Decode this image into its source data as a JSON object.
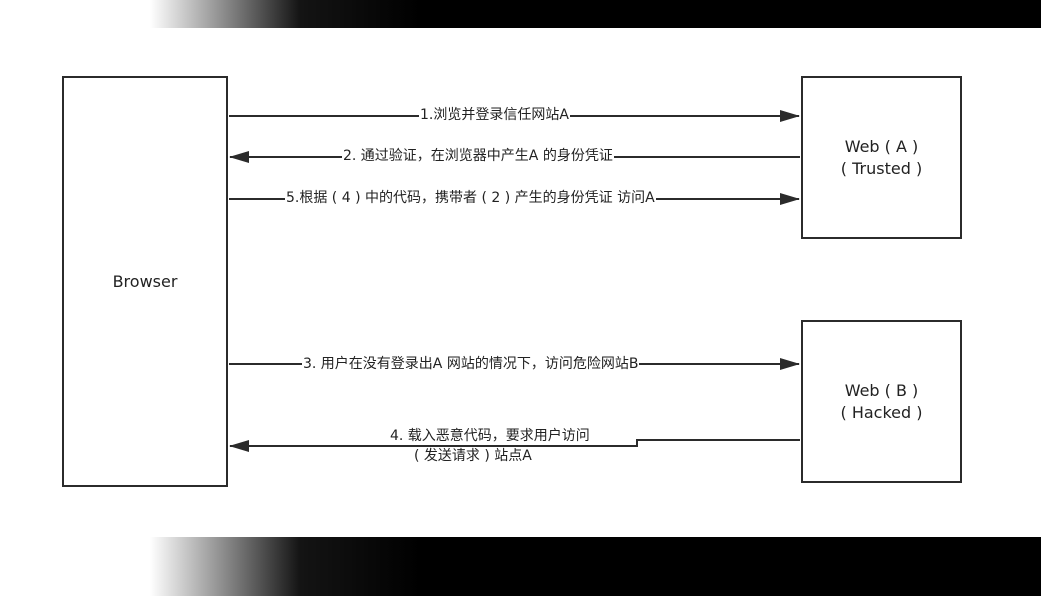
{
  "nodes": {
    "browser": {
      "label": "Browser"
    },
    "web_a": {
      "line1": "Web ( A )",
      "line2": "( Trusted )"
    },
    "web_b": {
      "line1": "Web ( B )",
      "line2": "( Hacked )"
    }
  },
  "edges": {
    "e1": {
      "label": "1.浏览并登录信任网站A"
    },
    "e2": {
      "label": "2. 通过验证，在浏览器中产生A 的身份凭证"
    },
    "e5": {
      "label": "5.根据 ( 4 ) 中的代码，携带者 ( 2 ) 产生的身份凭证 访问A"
    },
    "e3": {
      "label": "3. 用户在没有登录出A 网站的情况下，访问危险网站B"
    },
    "e4": {
      "line1": "4. 载入恶意代码，要求用户访问",
      "line2": "( 发送请求 ) 站点A"
    }
  },
  "colors": {
    "line": "#2b2b2b",
    "text": "#222222",
    "background": "#ffffff"
  }
}
